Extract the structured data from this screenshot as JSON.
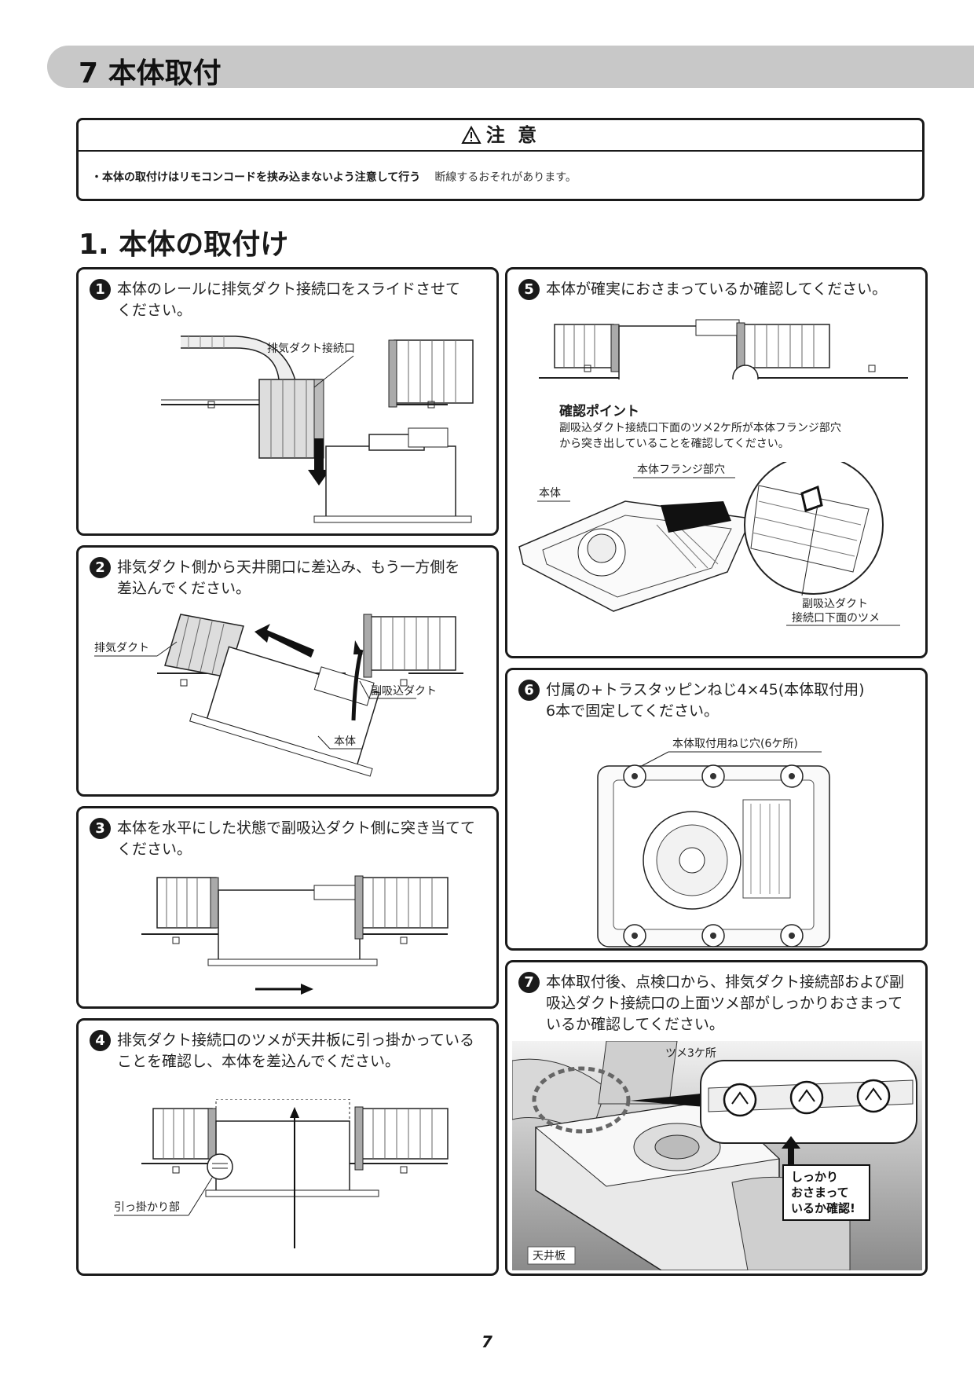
{
  "chapter": {
    "title": "7  本体取付"
  },
  "caution": {
    "heading": "注 意",
    "bold_text": "・本体の取付けはリモコンコードを挟み込まないよう注意して行う",
    "normal_text": "断線するおそれがあります。"
  },
  "section": {
    "title": "1. 本体の取付け"
  },
  "steps": [
    {
      "num": "1",
      "lines": [
        "本体のレールに排気ダクト接続口をスライドさせて",
        "ください。"
      ],
      "labels": {
        "a": "排気ダクト接続口"
      }
    },
    {
      "num": "2",
      "lines": [
        "排気ダクト側から天井開口に差込み、もう一方側を",
        "差込んでください。"
      ],
      "labels": {
        "a": "排気ダクト",
        "b": "副吸込ダクト",
        "c": "本体"
      }
    },
    {
      "num": "3",
      "lines": [
        "本体を水平にした状態で副吸込ダクト側に突き当てて",
        "ください。"
      ],
      "labels": {}
    },
    {
      "num": "4",
      "lines": [
        "排気ダクト接続口のツメが天井板に引っ掛かっている",
        "ことを確認し、本体を差込んでください。"
      ],
      "labels": {
        "a": "引っ掛かり部"
      }
    },
    {
      "num": "5",
      "lines": [
        "本体が確実におさまっているか確認してください。"
      ],
      "labels": {
        "point_title": "確認ポイント",
        "point_l1": "副吸込ダクト接続口下面のツメ2ケ所が本体フランジ部穴",
        "point_l2": "から突き出していることを確認してください。",
        "flange": "本体フランジ部穴",
        "body": "本体",
        "claw1": "副吸込ダクト",
        "claw2": "接続口下面のツメ"
      }
    },
    {
      "num": "6",
      "lines": [
        "付属の+トラスタッピンねじ4×45(本体取付用)",
        "6本で固定してください。"
      ],
      "labels": {
        "a": "本体取付用ねじ穴(6ケ所)"
      }
    },
    {
      "num": "7",
      "lines": [
        "本体取付後、点検口から、排気ダクト接続部および副",
        "吸込ダクト接続口の上面ツメ部がしっかりおさまって",
        "いるか確認してください。"
      ],
      "labels": {
        "a": "ツメ3ケ所",
        "c1": "しっかり",
        "c2": "おさまって",
        "c3": "いるか確認!",
        "d": "天井板"
      }
    }
  ],
  "page_number": "7"
}
